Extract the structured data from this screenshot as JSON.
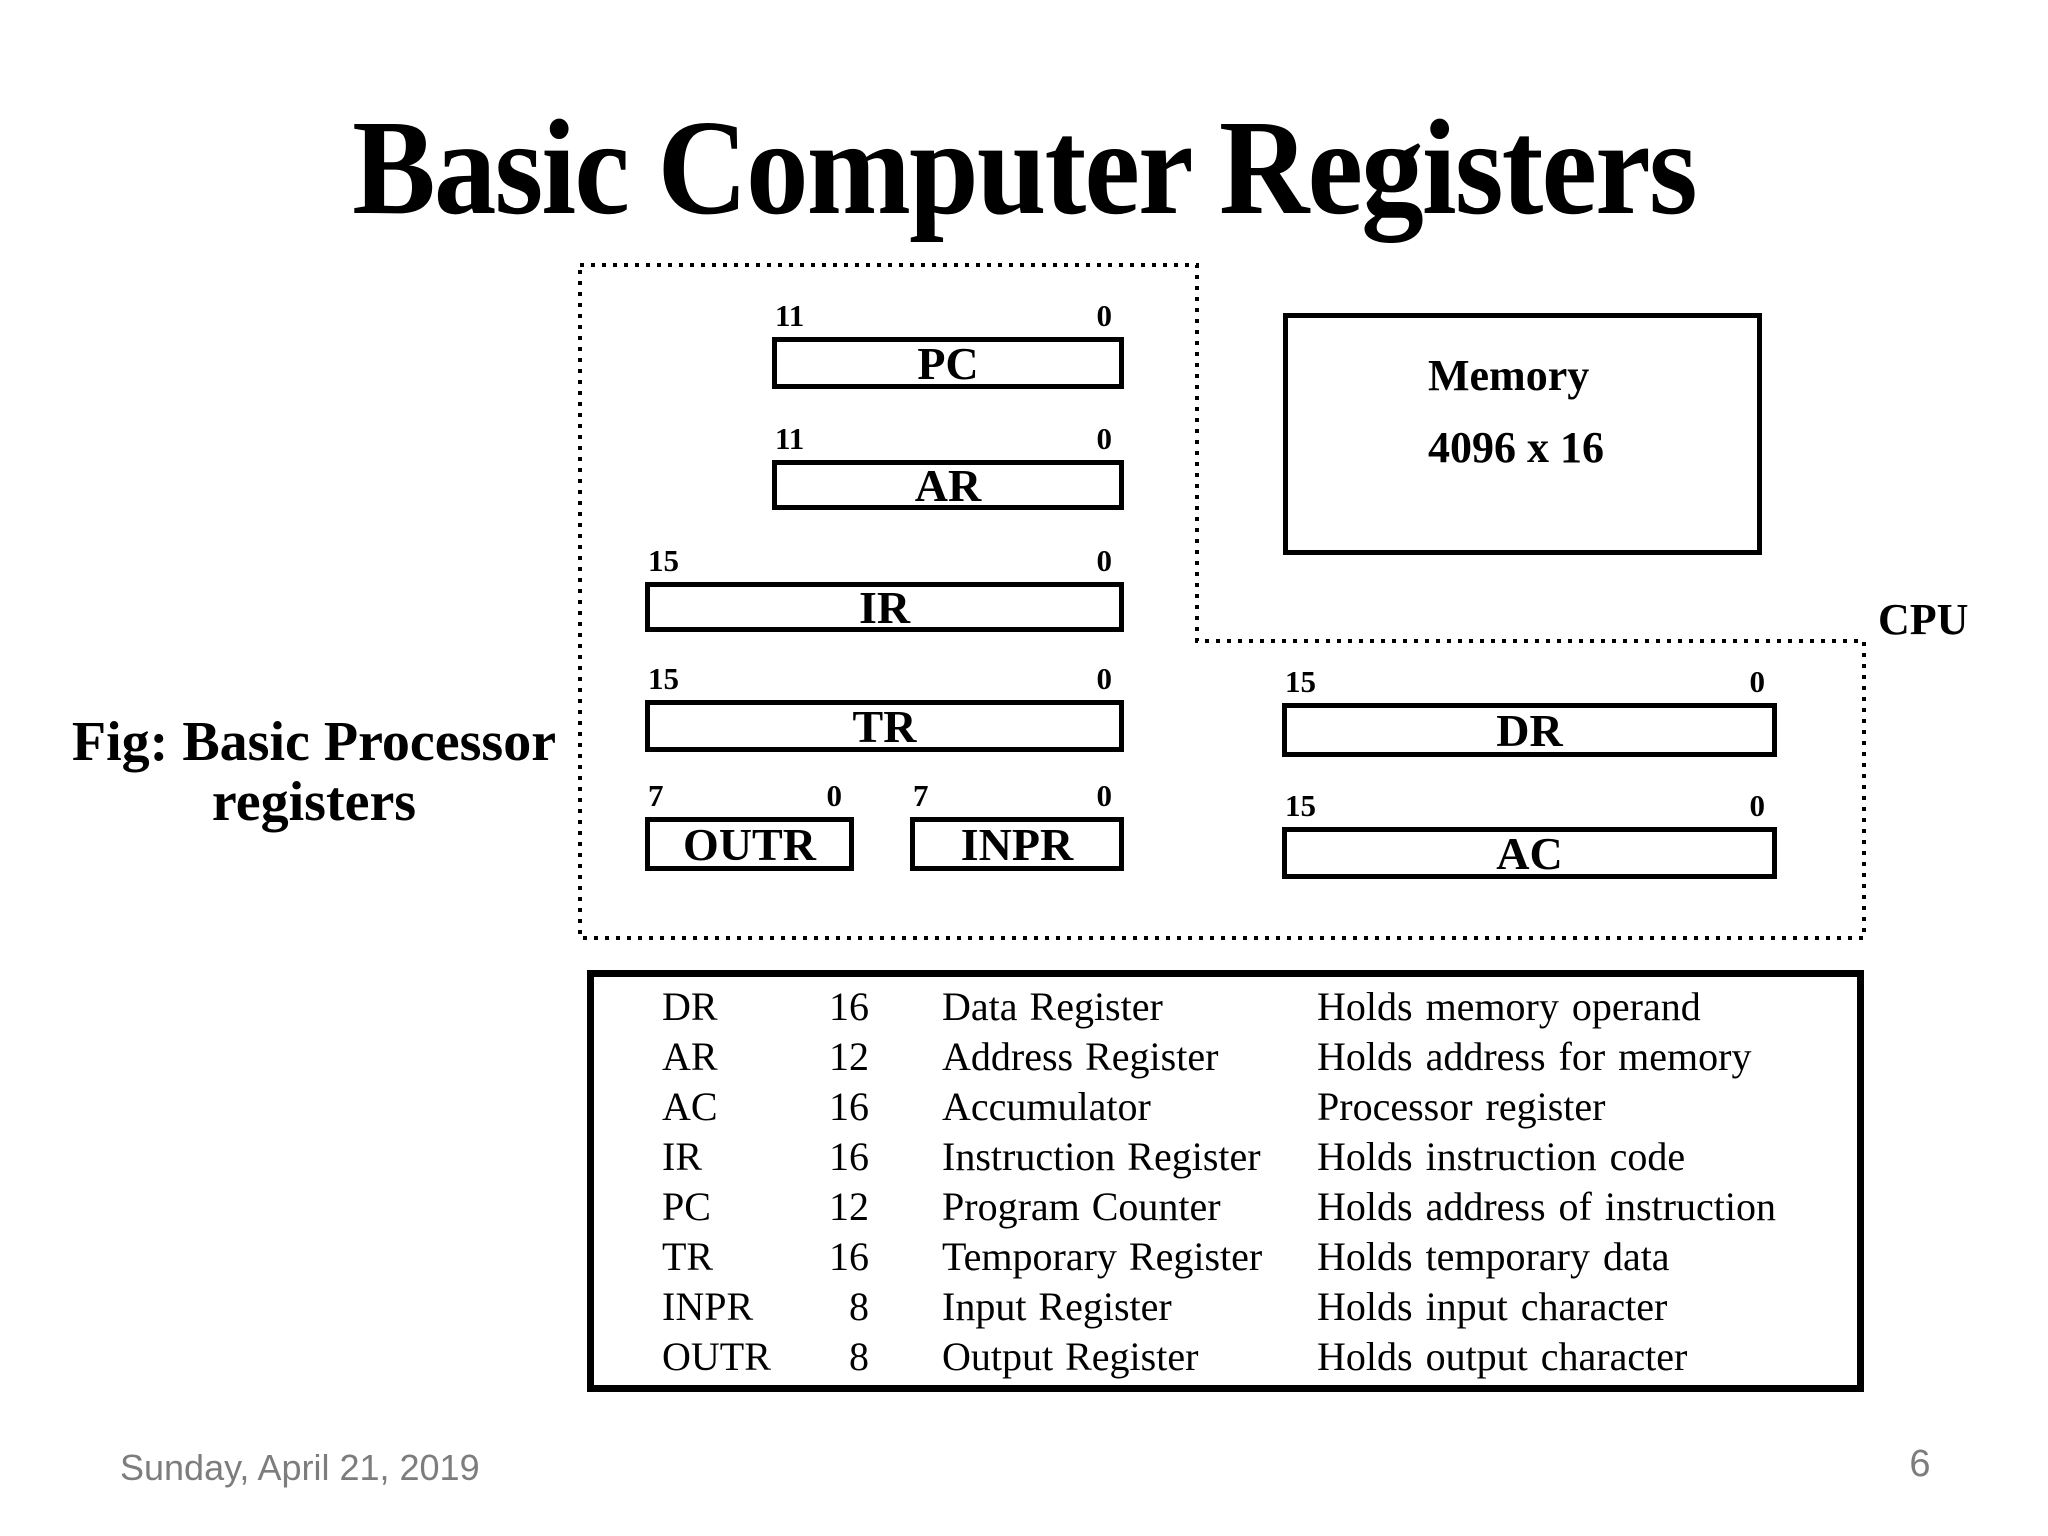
{
  "slide": {
    "title": "Basic Computer Registers",
    "caption_line1": "Fig: Basic Processor",
    "caption_line2": "registers",
    "footer_date": "Sunday, April 21, 2019",
    "page_number": "6",
    "colors": {
      "text": "#000000",
      "footer_text": "#7d7d7d",
      "background": "#ffffff"
    }
  },
  "diagram": {
    "cpu_label": "CPU",
    "memory": {
      "title": "Memory",
      "size": "4096 x 16"
    },
    "registers": [
      {
        "name": "PC",
        "high_bit": "11",
        "low_bit": "0"
      },
      {
        "name": "AR",
        "high_bit": "11",
        "low_bit": "0"
      },
      {
        "name": "IR",
        "high_bit": "15",
        "low_bit": "0"
      },
      {
        "name": "TR",
        "high_bit": "15",
        "low_bit": "0"
      },
      {
        "name": "OUTR",
        "high_bit": "7",
        "low_bit": "0"
      },
      {
        "name": "INPR",
        "high_bit": "7",
        "low_bit": "0"
      },
      {
        "name": "DR",
        "high_bit": "15",
        "low_bit": "0"
      },
      {
        "name": "AC",
        "high_bit": "15",
        "low_bit": "0"
      }
    ]
  },
  "table": {
    "rows": [
      {
        "name": "DR",
        "bits": "16",
        "full_name": "Data Register",
        "description": "Holds memory operand"
      },
      {
        "name": "AR",
        "bits": "12",
        "full_name": "Address Register",
        "description": "Holds address for memory"
      },
      {
        "name": "AC",
        "bits": "16",
        "full_name": "Accumulator",
        "description": "Processor register"
      },
      {
        "name": "IR",
        "bits": "16",
        "full_name": "Instruction Register",
        "description": "Holds instruction code"
      },
      {
        "name": "PC",
        "bits": "12",
        "full_name": "Program Counter",
        "description": "Holds address of instruction"
      },
      {
        "name": "TR",
        "bits": "16",
        "full_name": "Temporary Register",
        "description": "Holds temporary data"
      },
      {
        "name": "INPR",
        "bits": "8",
        "full_name": "Input Register",
        "description": "Holds input character"
      },
      {
        "name": "OUTR",
        "bits": "8",
        "full_name": "Output Register",
        "description": "Holds output character"
      }
    ]
  }
}
